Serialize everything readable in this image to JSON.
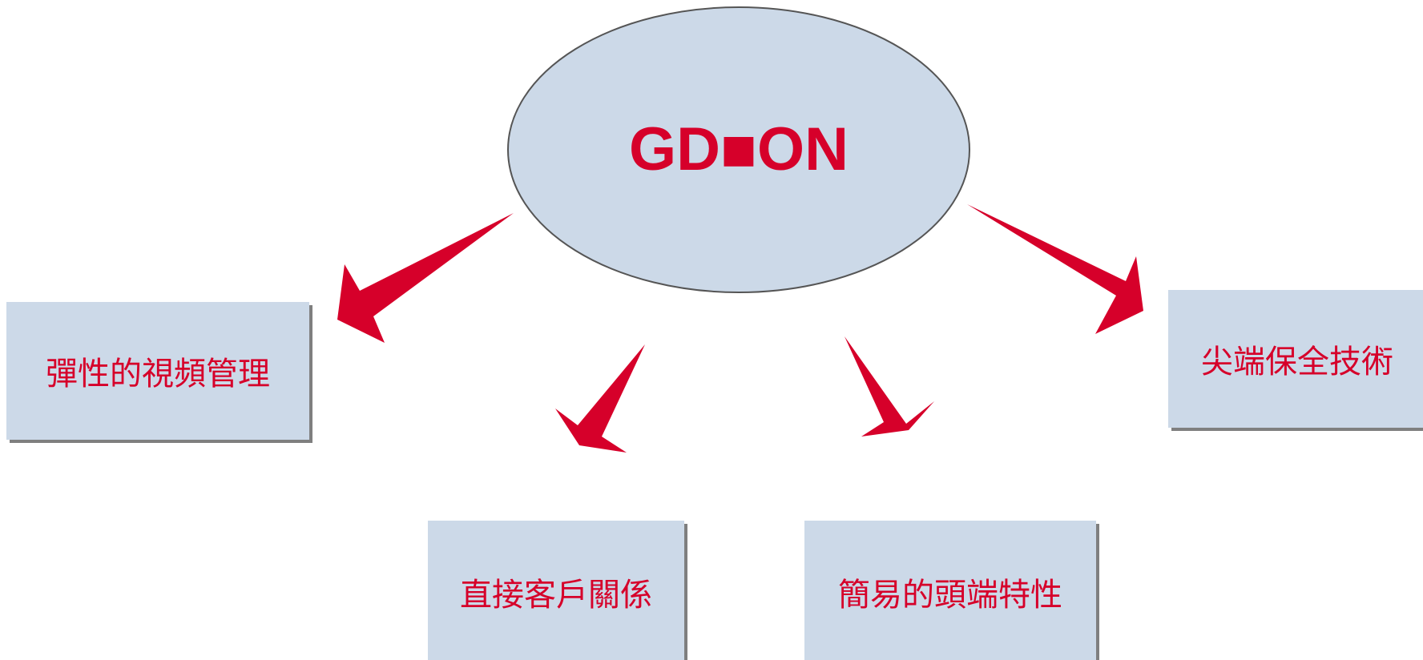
{
  "diagram": {
    "center": {
      "title": "GD■ON"
    },
    "nodes": [
      {
        "id": "left",
        "label": "彈性的視頻管理"
      },
      {
        "id": "bottom-left",
        "label": "直接客戶關係"
      },
      {
        "id": "bottom-right",
        "label": "簡易的頭端特性"
      },
      {
        "id": "right",
        "label": "尖端保全技術"
      }
    ],
    "colors": {
      "accent": "#d6002a",
      "box_fill": "#ccd9e8",
      "ellipse_fill": "#ccd9e8",
      "shadow": "#7f7f7f",
      "ellipse_stroke": "#555555"
    }
  }
}
